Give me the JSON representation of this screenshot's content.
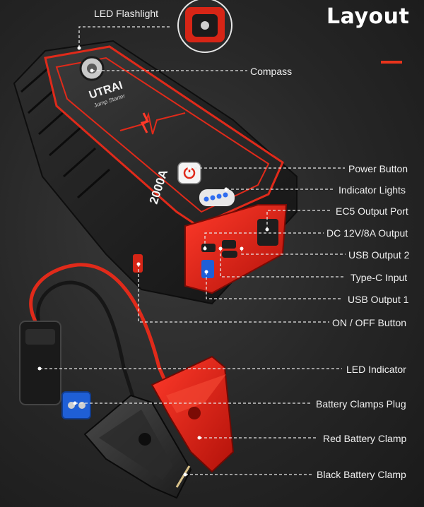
{
  "heading": "Layout",
  "accent_color": "#e8341c",
  "device": {
    "brand": "UTRAI",
    "subtitle": "Jump Starter",
    "rating": "2000A"
  },
  "labels": {
    "led_flashlight": "LED Flashlight",
    "compass": "Compass",
    "power_button": "Power Button",
    "indicator_lights": "Indicator Lights",
    "ec5_output_port": "EC5 Output Port",
    "dc_output": "DC 12V/8A Output",
    "usb_output_2": "USB Output 2",
    "type_c_input": "Type-C Input",
    "usb_output_1": "USB Output 1",
    "on_off_button": "ON / OFF Button",
    "led_indicator": "LED Indicator",
    "battery_clamps_plug": "Battery Clamps Plug",
    "red_battery_clamp": "Red Battery Clamp",
    "black_battery_clamp": "Black Battery Clamp"
  }
}
